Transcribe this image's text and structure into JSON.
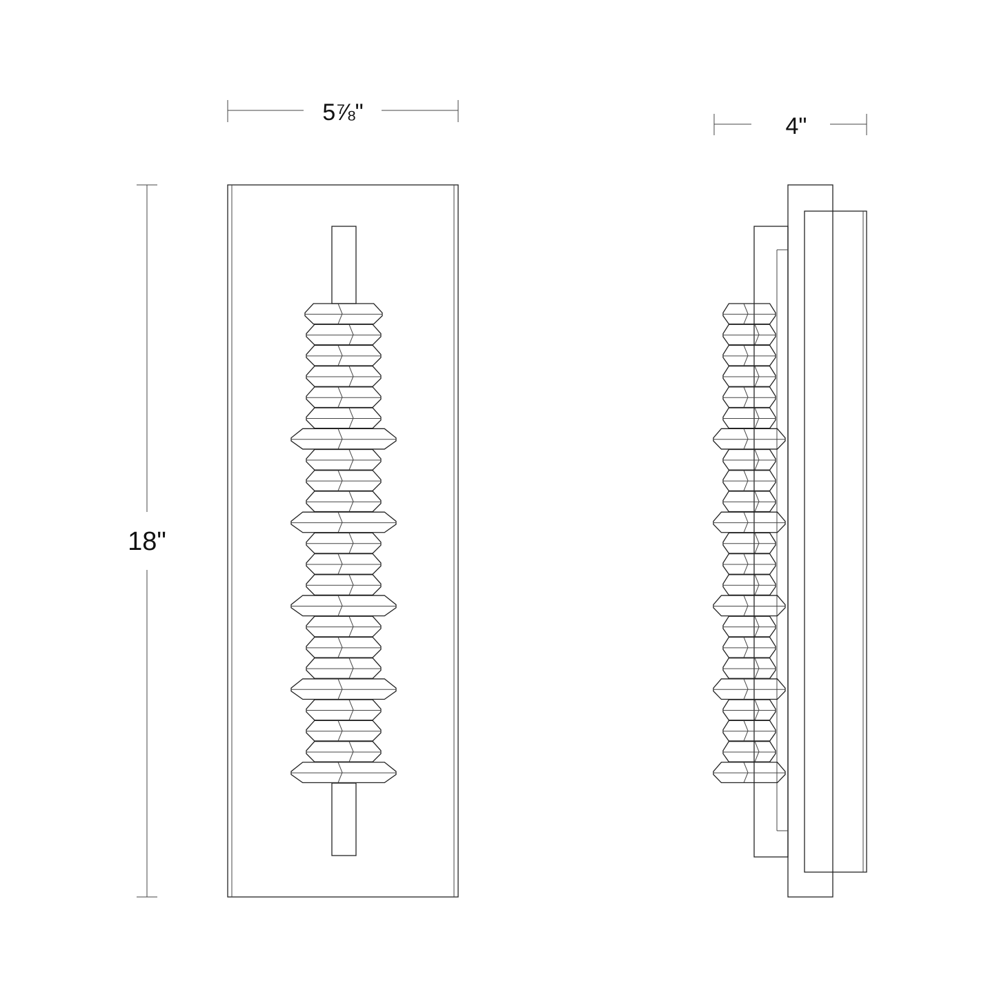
{
  "dimensions": {
    "width": "5⅞\"",
    "depth": "4\"",
    "height": "18\""
  },
  "colors": {
    "line": "#222222",
    "background": "#ffffff"
  }
}
